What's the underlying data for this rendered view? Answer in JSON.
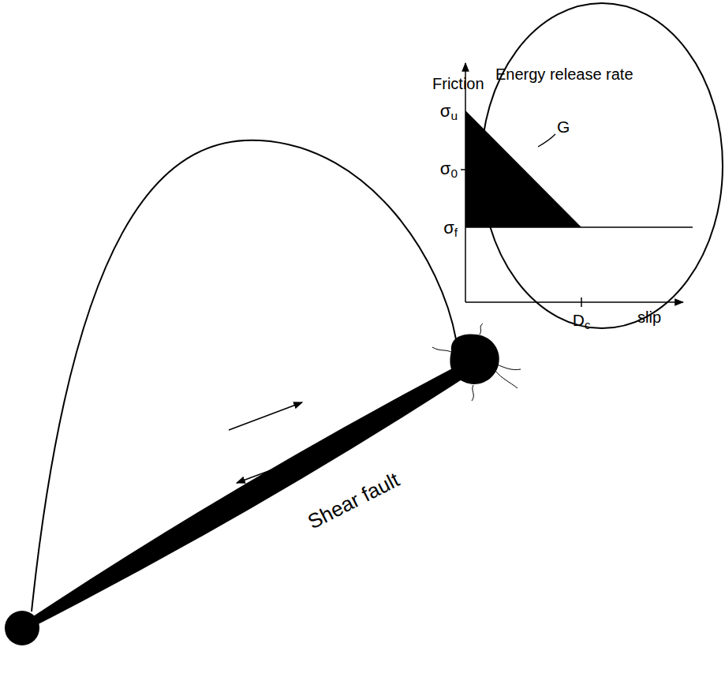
{
  "diagram": {
    "labels": [
      "Friction",
      "σu",
      "σ0",
      "σf",
      "Energy release rate",
      "G",
      "Dc",
      "slip",
      "Shear fault"
    ]
  }
}
